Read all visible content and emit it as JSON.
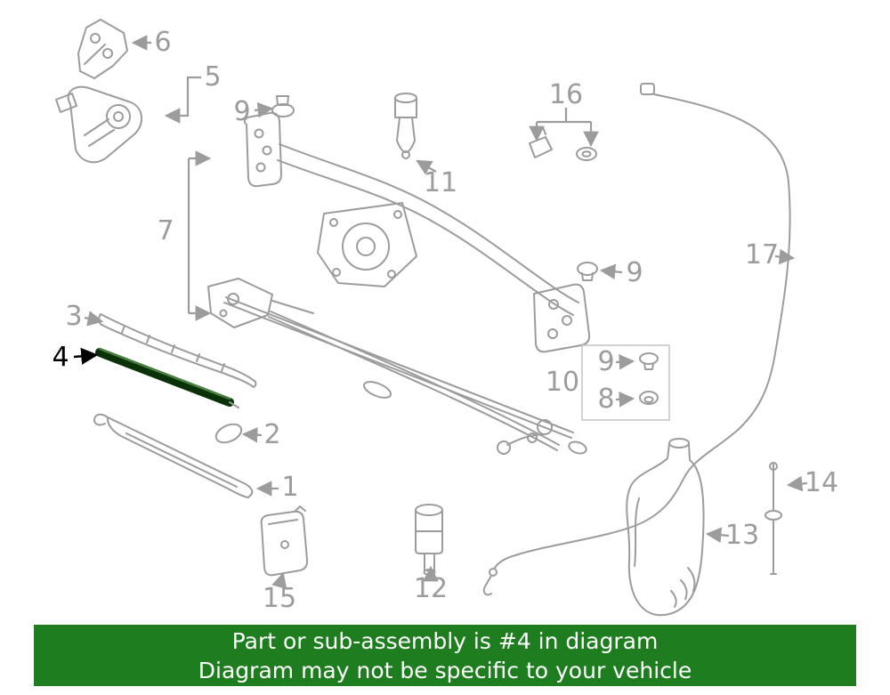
{
  "colors": {
    "line": "#9c9c9c",
    "label": "#9c9c9c",
    "label_highlight": "#000000",
    "highlight": "#0a3208",
    "highlight_light": "#47803f",
    "banner_bg": "#1e7d1e",
    "banner_text": "#ffffff",
    "box_border": "#c4c4c4"
  },
  "diagram": {
    "highlighted_part": "4",
    "labels": [
      {
        "text": "6",
        "highlighted": false
      },
      {
        "text": "5",
        "highlighted": false
      },
      {
        "text": "9",
        "highlighted": false
      },
      {
        "text": "11",
        "highlighted": false
      },
      {
        "text": "16",
        "highlighted": false
      },
      {
        "text": "7",
        "highlighted": false
      },
      {
        "text": "17",
        "highlighted": false
      },
      {
        "text": "9",
        "highlighted": false
      },
      {
        "text": "3",
        "highlighted": false
      },
      {
        "text": "4",
        "highlighted": true
      },
      {
        "text": "10",
        "highlighted": false
      },
      {
        "text": "9",
        "highlighted": false
      },
      {
        "text": "8",
        "highlighted": false
      },
      {
        "text": "2",
        "highlighted": false
      },
      {
        "text": "1",
        "highlighted": false
      },
      {
        "text": "15",
        "highlighted": false
      },
      {
        "text": "12",
        "highlighted": false
      },
      {
        "text": "13",
        "highlighted": false
      },
      {
        "text": "14",
        "highlighted": false
      }
    ]
  },
  "banner": {
    "line1": "Part or sub-assembly is #4 in diagram",
    "line2": "Diagram may not be specific to your vehicle"
  }
}
